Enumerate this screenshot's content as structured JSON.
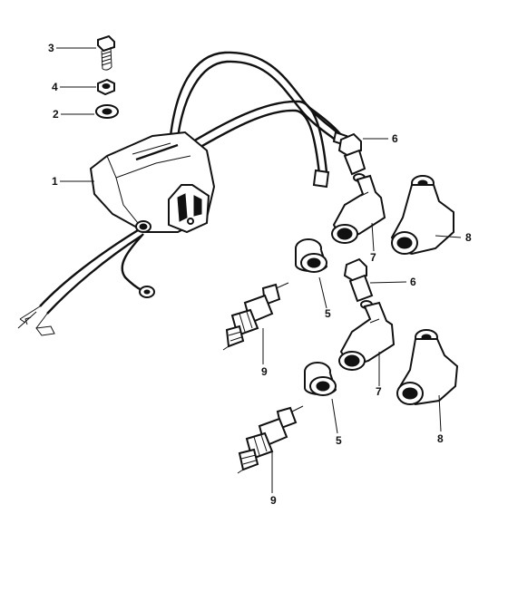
{
  "diagram": {
    "colors": {
      "ink": "#111111",
      "paper": "#ffffff"
    },
    "callouts": [
      {
        "id": "c3",
        "label": "3"
      },
      {
        "id": "c4",
        "label": "4"
      },
      {
        "id": "c2",
        "label": "2"
      },
      {
        "id": "c1",
        "label": "1"
      },
      {
        "id": "c6a",
        "label": "6"
      },
      {
        "id": "c7a",
        "label": "7"
      },
      {
        "id": "c8a",
        "label": "8"
      },
      {
        "id": "c5a",
        "label": "5"
      },
      {
        "id": "c6b",
        "label": "6"
      },
      {
        "id": "c9a",
        "label": "9"
      },
      {
        "id": "c7b",
        "label": "7"
      },
      {
        "id": "c5b",
        "label": "5"
      },
      {
        "id": "c8b",
        "label": "8"
      },
      {
        "id": "c9b",
        "label": "9"
      }
    ]
  }
}
